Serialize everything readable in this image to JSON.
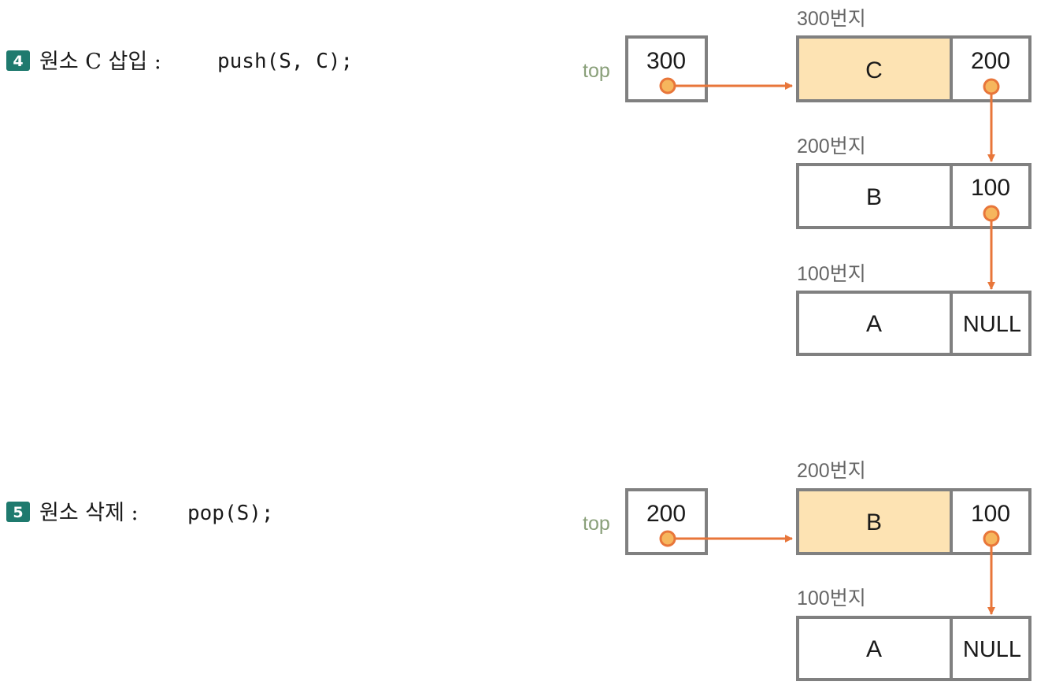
{
  "colors": {
    "badge": "#1f7a6e",
    "box_stroke": "#808080",
    "highlight_fill": "#fde3b3",
    "arrow": "#e8763a",
    "dot_fill": "#f6b65d",
    "top_label": "#8aa07a",
    "addr_label": "#666666",
    "text": "#1a1a1a"
  },
  "steps": [
    {
      "badge": "4",
      "title": "원소 C 삽입 :",
      "code": "push(S, C);",
      "top_label": "top",
      "top_value": "300",
      "nodes": [
        {
          "address": "300번지",
          "data": "C",
          "link": "200",
          "highlight": true
        },
        {
          "address": "200번지",
          "data": "B",
          "link": "100",
          "highlight": false
        },
        {
          "address": "100번지",
          "data": "A",
          "link": "NULL",
          "highlight": false
        }
      ]
    },
    {
      "badge": "5",
      "title": "원소 삭제 :",
      "code": "pop(S);",
      "top_label": "top",
      "top_value": "200",
      "nodes": [
        {
          "address": "200번지",
          "data": "B",
          "link": "100",
          "highlight": true
        },
        {
          "address": "100번지",
          "data": "A",
          "link": "NULL",
          "highlight": false
        }
      ]
    }
  ]
}
